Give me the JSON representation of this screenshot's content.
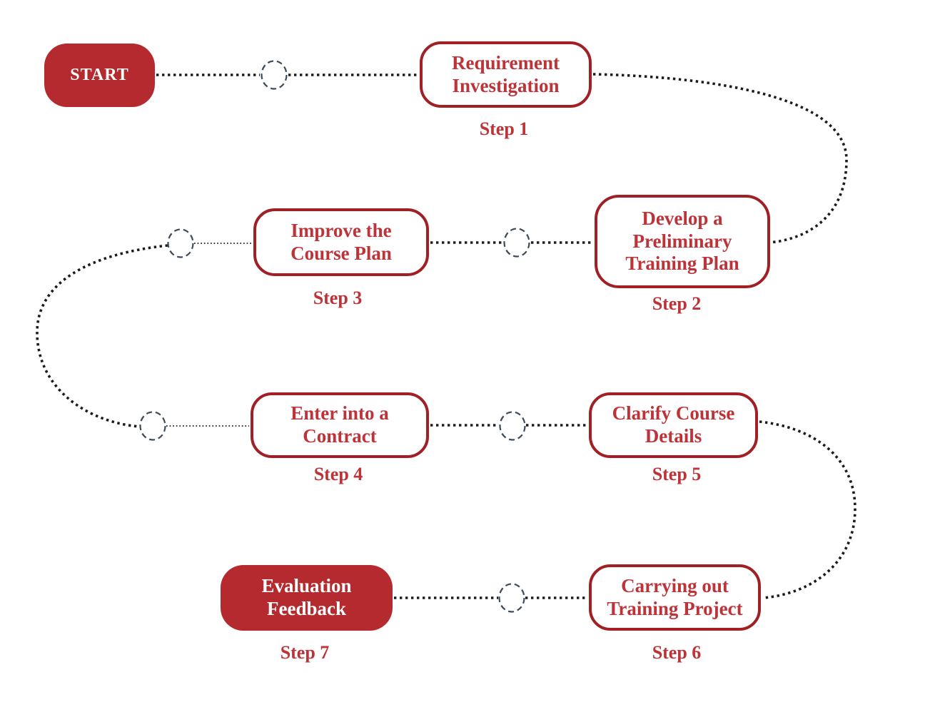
{
  "palette": {
    "fill_red": "#b42a2e",
    "border_red": "#a02025",
    "text_red": "#bd3338",
    "dot_color": "#1b1b1b",
    "circle_stroke": "#3d4a57"
  },
  "diagram": {
    "type": "flowchart",
    "flow_order": [
      "START",
      "Step 1",
      "Step 2",
      "Step 3",
      "Step 4",
      "Step 5",
      "Step 6",
      "Step 7"
    ],
    "nodes": {
      "start": {
        "label": "START"
      },
      "step1": {
        "label": "Requirement\nInvestigation",
        "caption": "Step 1"
      },
      "step2": {
        "label": "Develop a\nPreliminary\nTraining Plan",
        "caption": "Step 2"
      },
      "step3": {
        "label": "Improve the\nCourse Plan",
        "caption": "Step 3"
      },
      "step4": {
        "label": "Enter into a\nContract",
        "caption": "Step 4"
      },
      "step5": {
        "label": "Clarify Course\nDetails",
        "caption": "Step 5"
      },
      "step6": {
        "label": "Carrying out\nTraining Project",
        "caption": "Step 6"
      },
      "step7": {
        "label": "Evaluation\nFeedback",
        "caption": "Step 7"
      }
    }
  }
}
